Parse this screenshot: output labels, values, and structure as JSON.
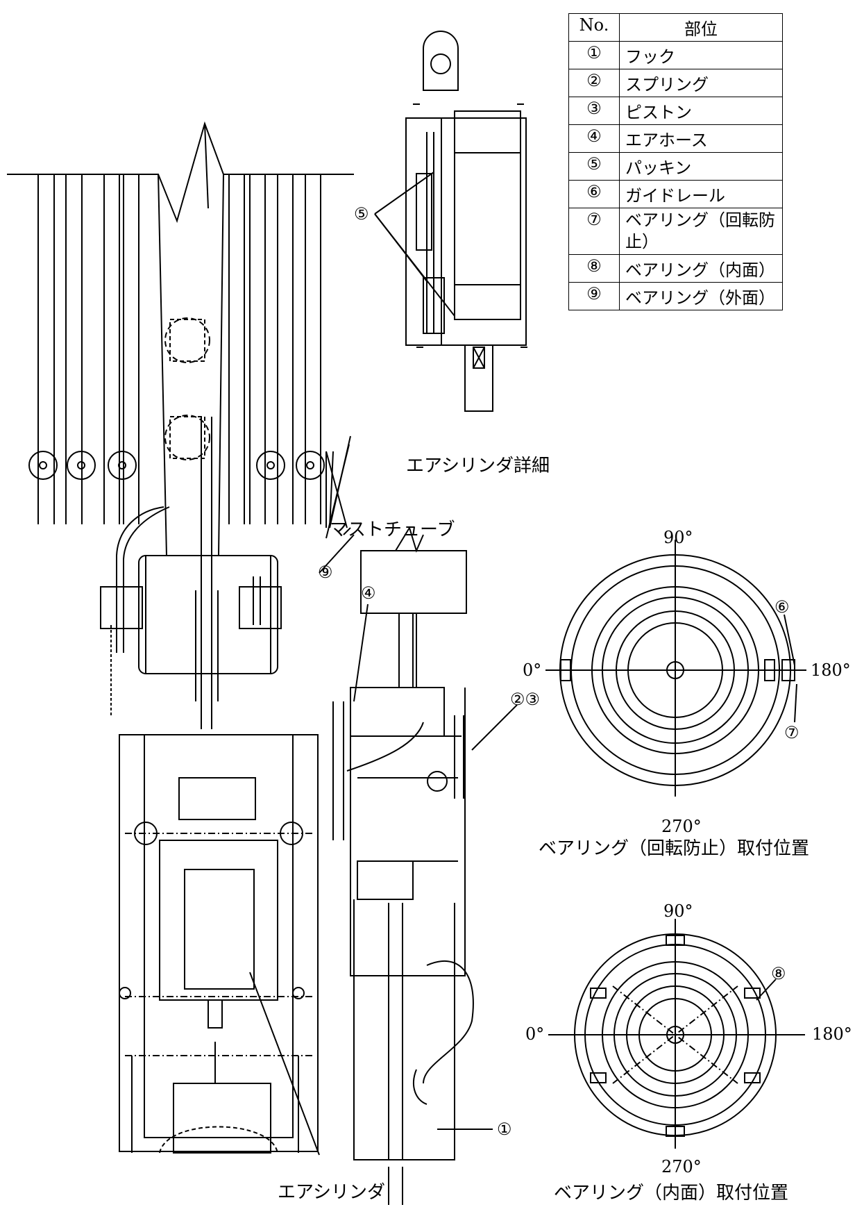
{
  "table": {
    "header_no": "No.",
    "header_part": "部位",
    "rows": [
      {
        "no": "①",
        "part": "フック"
      },
      {
        "no": "②",
        "part": "スプリング"
      },
      {
        "no": "③",
        "part": "ピストン"
      },
      {
        "no": "④",
        "part": "エアホース"
      },
      {
        "no": "⑤",
        "part": "パッキン"
      },
      {
        "no": "⑥",
        "part": "ガイドレール"
      },
      {
        "no": "⑦",
        "part": "ベアリング（回転防止）"
      },
      {
        "no": "⑧",
        "part": "ベアリング（内面）"
      },
      {
        "no": "⑨",
        "part": "ベアリング（外面）"
      }
    ]
  },
  "labels": {
    "air_cylinder_detail": "エアシリンダ詳細",
    "mast_tube": "マストチューブ",
    "air_cylinder": "エアシリンダ",
    "bearing_rotation_position": "ベアリング（回転防止）取付位置",
    "bearing_inner_position": "ベアリング（内面）取付位置"
  },
  "callouts": {
    "c1": "①",
    "c23": "②③",
    "c4": "④",
    "c5": "⑤",
    "c6": "⑥",
    "c7": "⑦",
    "c8": "⑧",
    "c9": "⑨"
  },
  "angles": {
    "a90": "90°",
    "a0": "0°",
    "a180": "180°",
    "a270": "270°"
  }
}
